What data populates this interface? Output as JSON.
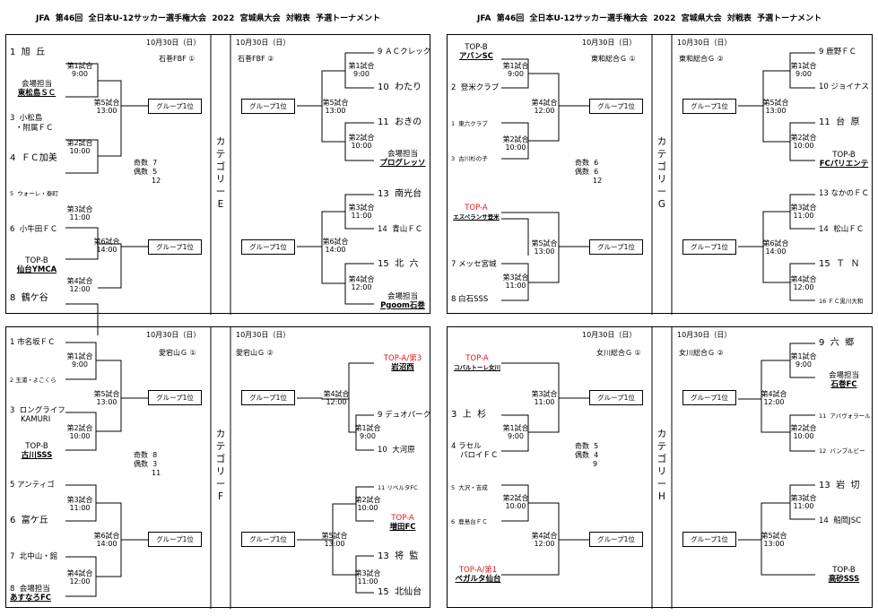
{
  "headers": {
    "left": "JFA  第46回  全日本U-12サッカー選手権大会  2022  宮城県大会  対戦表  予選トーナメント",
    "right": "JFA  第46回  全日本U-12サッカー選手権大会  2022  宮城県大会  対戦表  予選トーナメント"
  },
  "common": {
    "group_first": "グループ1位"
  },
  "E": {
    "date_l": "10月30日（日）",
    "date_r": "10月30日（日）",
    "venue_l": "石巻FBF ①",
    "venue_r": "石巻FBF ②",
    "category": "カテゴリーE",
    "odd": "奇数  7",
    "even": "偶数  5",
    "total": "12",
    "teams": [
      "1  旭  丘",
      "会場担当",
      "東松島ＳＣ",
      "3  小松島",
      "・附属ＦＣ",
      "4  ＦＣ加美",
      "5  ウォーレ・泰町",
      "6  小牛田ＦＣ",
      "TOP-B",
      "仙台YMCA",
      "8  鶴ケ谷",
      "9 ＡＣクレック",
      "10  わたり",
      "11  おきの",
      "会場担当",
      "プログレッソ",
      "13  南光台",
      "14  青山ＦＣ",
      "15  北  六",
      "会場担当",
      "Pgoom石巻"
    ],
    "matches": [
      "第1試合",
      "9:00",
      "第2試合",
      "10:00",
      "第3試合",
      "11:00",
      "第4試合",
      "12:00",
      "第5試合",
      "13:00",
      "第6試合",
      "14:00",
      "第1試合",
      "9:00",
      "第2試合",
      "10:00",
      "第3試合",
      "11:00",
      "第4試合",
      "12:00",
      "第5試合",
      "13:00",
      "第6試合",
      "14:00"
    ]
  },
  "G": {
    "date_l": "10月30日（日）",
    "date_r": "10月30日（日）",
    "venue_l": "東和総合Ｇ ①",
    "venue_r": "東和総合Ｇ ②",
    "category": "カテゴリーG",
    "odd": "奇数  6",
    "even": "偶数  6",
    "total": "12",
    "teams": [
      "TOP-B",
      "アバンSC",
      "2  登米クラブ",
      "1  東六クラブ",
      "3  古川杉の子",
      "TOP-A",
      "エスペランサ登米",
      "7 メッセ宮城",
      "8 白石SSS",
      "9 鹿野ＦＣ",
      "10 ジョイナス",
      "11  台  原",
      "TOP-B",
      "FCパリエンテ",
      "13 なかのＦＣ",
      "14  松山ＦＣ",
      "15  Ｔ  Ｎ",
      "16 ＦＣ黒川大和"
    ],
    "matches": [
      "第1試合",
      "9:00",
      "第2試合",
      "10:00",
      "第3試合",
      "11:00",
      "第4試合",
      "12:00",
      "第5試合",
      "13:00",
      "第1試合",
      "9:00",
      "第2試合",
      "10:00",
      "第3試合",
      "11:00",
      "第4試合",
      "12:00",
      "第5試合",
      "13:00",
      "第6試合",
      "14:00"
    ]
  },
  "F": {
    "date_l": "10月30日（日）",
    "date_r": "10月30日（日）",
    "venue_l": "愛宕山Ｇ ①",
    "venue_r": "愛宕山Ｇ ②",
    "category": "カテゴリーF",
    "odd": "奇数  8",
    "even": "偶数  3",
    "total": "11",
    "teams": [
      "1 市名坂ＦＣ",
      "2 玉浦・よこくら",
      "3  ロングライフ",
      "KAMURI",
      "TOP-B",
      "古川SSS",
      "5 アンティゴ",
      "6  富ケ丘",
      "7  北中山・館",
      "8  会場担当",
      "あすなろFC",
      "TOP-A/第3",
      "岩沼西",
      "9 デュオパーク",
      "10  大河原",
      "11 リベルタFC",
      "TOP-A",
      "増田FC",
      "13  将  監",
      "15  北仙台"
    ],
    "matches": [
      "第1試合",
      "9:00",
      "第2試合",
      "10:00",
      "第3試合",
      "11:00",
      "第4試合",
      "12:00",
      "第5試合",
      "13:00",
      "第6試合",
      "14:00",
      "第1試合",
      "9:00",
      "第2試合",
      "10:00",
      "第3試合",
      "11:00",
      "第4試合",
      "12:00",
      "第5試合",
      "13:00"
    ]
  },
  "H": {
    "date_l": "10月30日（日）",
    "date_r": "10月30日（日）",
    "venue_l": "女川総合Ｇ ①",
    "venue_r": "女川総合Ｇ ②",
    "category": "カテゴリーH",
    "odd": "奇数  5",
    "even": "偶数  4",
    "total": "9",
    "teams": [
      "TOP-A",
      "コバルトーレ女川",
      "3  上  杉",
      "4 ラセル",
      "パロイＦＣ",
      "5  大沢・吉成",
      "6  鹿島台ＦＣ",
      "TOP-A/第1",
      "ベガルタ仙台",
      "9  六  郷",
      "会場担当",
      "石巻FC",
      "11  アバヴォラール",
      "12  バンブルビー",
      "13  岩  切",
      "14  船岡JSC",
      "TOP-B",
      "高砂SSS"
    ],
    "matches": [
      "第1試合",
      "9:00",
      "第2試合",
      "10:00",
      "第3試合",
      "11:00",
      "第4試合",
      "12:00",
      "第1試合",
      "9:00",
      "第2試合",
      "10:00",
      "第3試合",
      "11:00",
      "第4試合",
      "12:00",
      "第5試合",
      "13:00"
    ]
  }
}
